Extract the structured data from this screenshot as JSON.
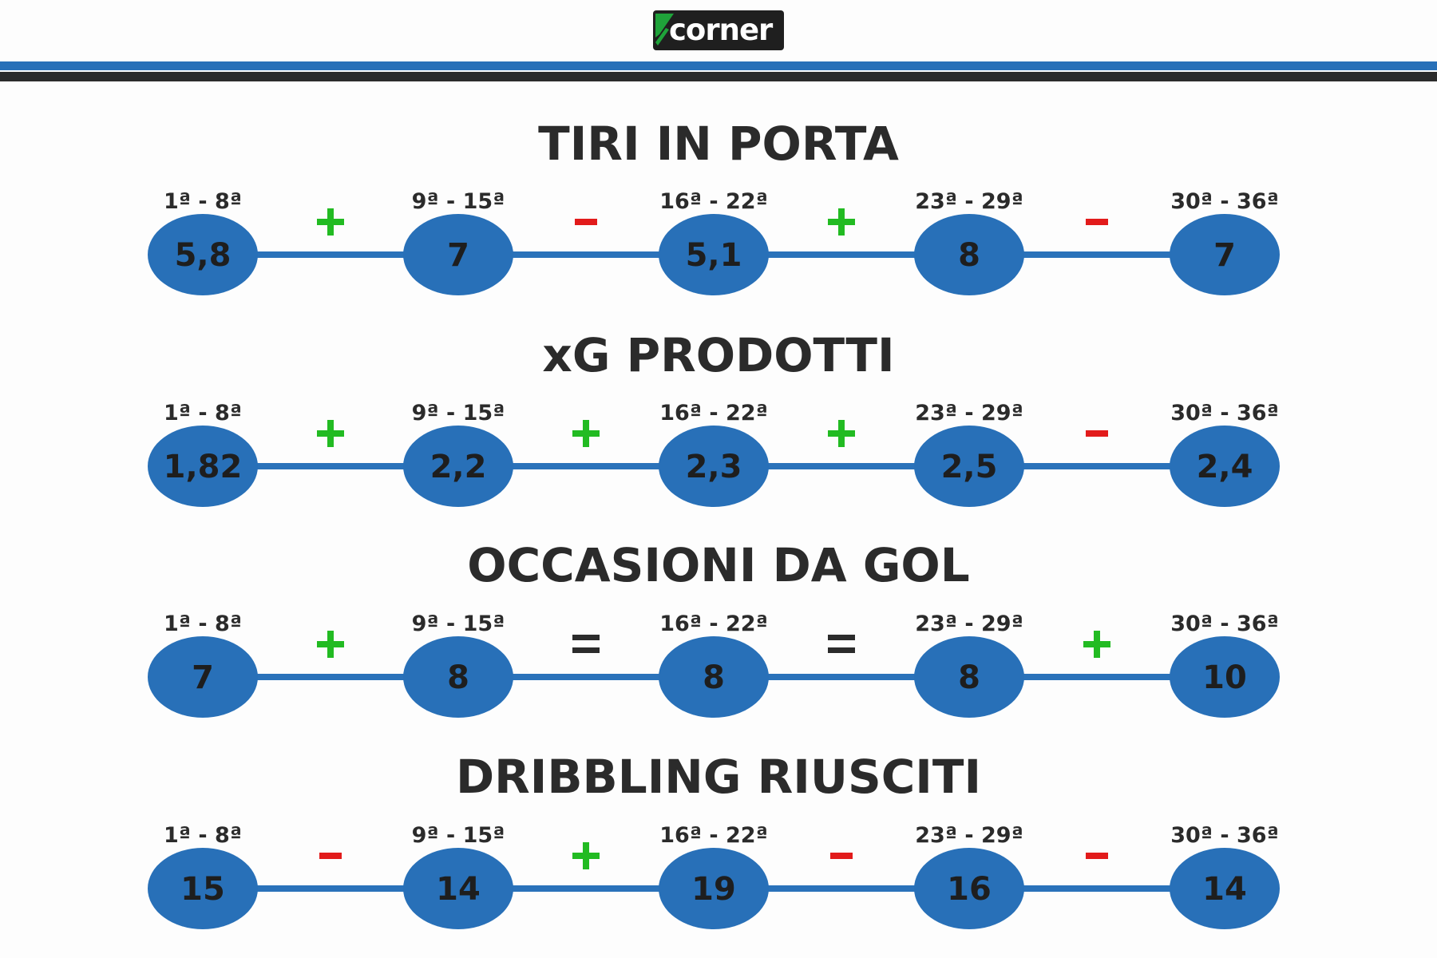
{
  "brand": {
    "name": "corner"
  },
  "colors": {
    "blue": "#2870b8",
    "line_blue": "#2a72ba",
    "dark": "#2b2b2b",
    "plus": "#22bb22",
    "minus": "#e21b1b",
    "equal": "#2b2b2b",
    "logo_green": "#1fa33a"
  },
  "chart_data": {
    "type": "table",
    "periods": [
      "1ª - 8ª",
      "9ª - 15ª",
      "16ª - 22ª",
      "23ª - 29ª",
      "30ª - 36ª"
    ],
    "metrics": [
      {
        "title": "TIRI IN PORTA",
        "values": [
          5.8,
          7,
          5.1,
          8,
          7
        ],
        "labels": [
          "5,8",
          "7",
          "5,1",
          "8",
          "7"
        ],
        "changes": [
          "+",
          "-",
          "+",
          "-"
        ]
      },
      {
        "title": "xG PRODOTTI",
        "values": [
          1.82,
          2.2,
          2.3,
          2.5,
          2.4
        ],
        "labels": [
          "1,82",
          "2,2",
          "2,3",
          "2,5",
          "2,4"
        ],
        "changes": [
          "+",
          "+",
          "+",
          "-"
        ]
      },
      {
        "title": "OCCASIONI DA GOL",
        "values": [
          7,
          8,
          8,
          8,
          10
        ],
        "labels": [
          "7",
          "8",
          "8",
          "8",
          "10"
        ],
        "changes": [
          "+",
          "=",
          "=",
          "+"
        ]
      },
      {
        "title": "DRIBBLING RIUSCITI",
        "values": [
          15,
          14,
          19,
          16,
          14
        ],
        "labels": [
          "15",
          "14",
          "19",
          "16",
          "14"
        ],
        "changes": [
          "-",
          "+",
          "-",
          "-"
        ]
      }
    ]
  }
}
